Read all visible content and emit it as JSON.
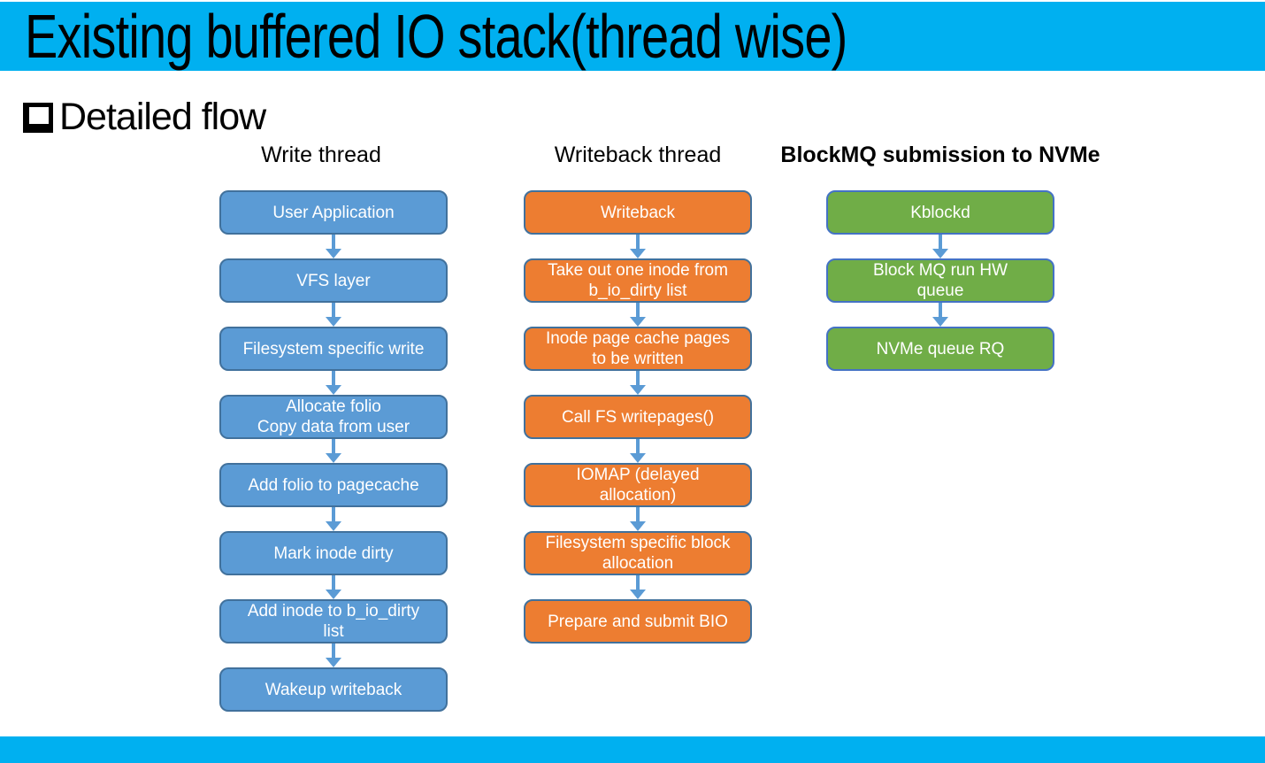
{
  "slide": {
    "title": "Existing buffered IO stack(thread wise)",
    "section_heading": "Detailed flow"
  },
  "colors": {
    "bar": "#00B0F0",
    "blue_fill": "#5B9BD5",
    "blue_border": "#41719C",
    "orange_fill": "#ED7D31",
    "orange_border": "#41719C",
    "green_fill": "#70AD47",
    "green_border": "#4472C4",
    "arrow": "#5B9BD5"
  },
  "columns": [
    {
      "header": "Write thread",
      "boxes": [
        "User Application",
        "VFS layer",
        "Filesystem specific write",
        "Allocate folio\nCopy data from user",
        "Add folio to pagecache",
        "Mark inode dirty",
        "Add inode to b_io_dirty\nlist",
        "Wakeup writeback"
      ]
    },
    {
      "header": "Writeback thread",
      "boxes": [
        "Writeback",
        "Take out one inode from\nb_io_dirty list",
        "Inode page cache pages\nto be written",
        "Call FS  writepages()",
        "IOMAP (delayed\nallocation)",
        "Filesystem specific block\nallocation",
        "Prepare and submit BIO"
      ]
    },
    {
      "header": "BlockMQ submission to NVMe",
      "boxes": [
        "Kblockd",
        "Block MQ run HW\nqueue",
        "NVMe queue RQ"
      ]
    }
  ]
}
